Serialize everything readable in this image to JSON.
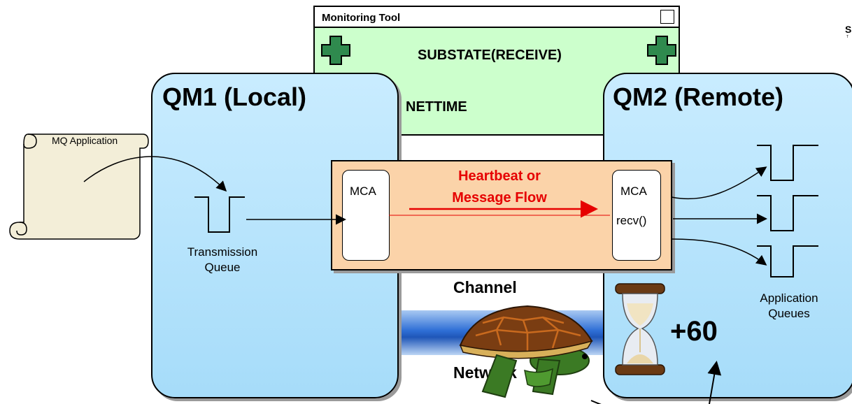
{
  "monitor": {
    "title": "Monitoring Tool",
    "substate": "SUBSTATE(RECEIVE)",
    "nettime": "NETTIME"
  },
  "qm_local": {
    "title": "QM1 (Local)"
  },
  "qm_remote": {
    "title": "QM2 (Remote)"
  },
  "application": {
    "label": "MQ Application"
  },
  "transmission_queue": {
    "line1": "Transmission",
    "line2": "Queue"
  },
  "application_queues": {
    "line1": "Application",
    "line2": "Queues"
  },
  "channel": {
    "mca_left": "MCA",
    "mca_right": "MCA",
    "recv": "recv()",
    "flow_line1": "Heartbeat or",
    "flow_line2": "Message Flow",
    "label": "Channel"
  },
  "network": {
    "label": "Network"
  },
  "timer": {
    "value": "+60"
  },
  "brand": {
    "mark": "S",
    "sub": "T"
  },
  "colors": {
    "monitor_bg": "#ccffcc",
    "qm_bg": "#b3e3fb",
    "channel_bg": "#fbd3a9",
    "flow_red": "#e60000",
    "plus_green": "#2f8a4e",
    "network_blue": "#2f6fd6"
  }
}
